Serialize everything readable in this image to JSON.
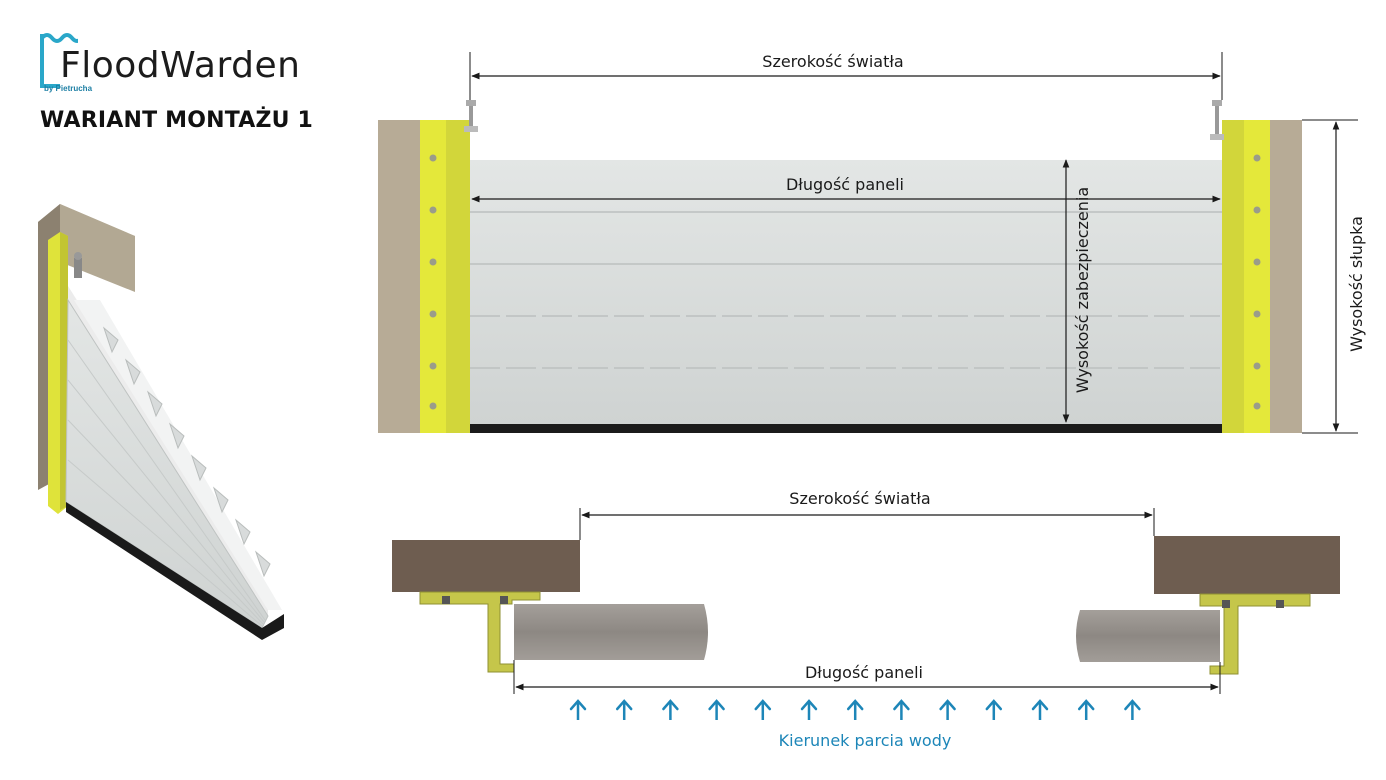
{
  "brand": {
    "name": "FloodWarden",
    "byline": "by Pietrucha",
    "accent": "#1d86b8",
    "logo_mark_color": "#2aa7c9"
  },
  "title": "WARIANT MONTAŻU 1",
  "front_view": {
    "opening_width_label": "Szerokość światła",
    "panel_length_label": "Długość paneli",
    "protection_height_label": "Wysokość zabezpieczenia",
    "post_height_label": "Wysokość słupka"
  },
  "top_view": {
    "opening_width_label": "Szerokość światła",
    "panel_length_label": "Długość paneli",
    "water_direction_label": "Kierunek parcia wody",
    "arrow_count": 13
  },
  "colors": {
    "post_yellow": "#e4e83a",
    "wall_beige": "#b9ad98",
    "wall_brown": "#6e5d50",
    "panel_grey": "#d9dcdb",
    "arrow_blue": "#1d86b8"
  }
}
